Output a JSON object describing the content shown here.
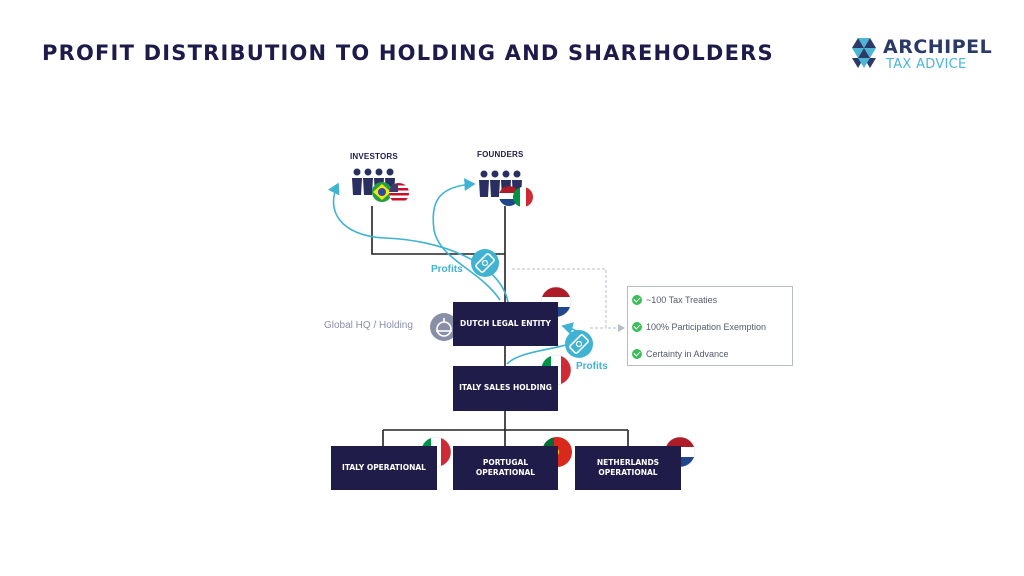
{
  "header": {
    "title": "PROFIT DISTRIBUTION TO HOLDING AND SHAREHOLDERS",
    "logo_word1": "ARCHIPEL",
    "logo_word2": "TAX ADVICE"
  },
  "shareholders": {
    "investors": "INVESTORS",
    "founders": "FOUNDERS"
  },
  "flows": {
    "profits_top": "Profits",
    "profits_bottom": "Profits"
  },
  "hq_label": "Global HQ / Holding",
  "entities": {
    "dutch": "DUTCH LEGAL ENTITY",
    "italy_sales": "ITALY SALES HOLDING",
    "italy_op": "ITALY OPERATIONAL",
    "portugal_op_1": "PORTUGAL",
    "portugal_op_2": "OPERATIONAL",
    "netherlands_op_1": "NETHERLANDS",
    "netherlands_op_2": "OPERATIONAL"
  },
  "benefits": [
    "~100 Tax Treaties",
    "100% Participation  Exemption",
    "Certainty in Advance"
  ],
  "colors": {
    "navy": "#1f1c4a",
    "cyan": "#3fb3d1",
    "check_green": "#3cbf5a"
  }
}
